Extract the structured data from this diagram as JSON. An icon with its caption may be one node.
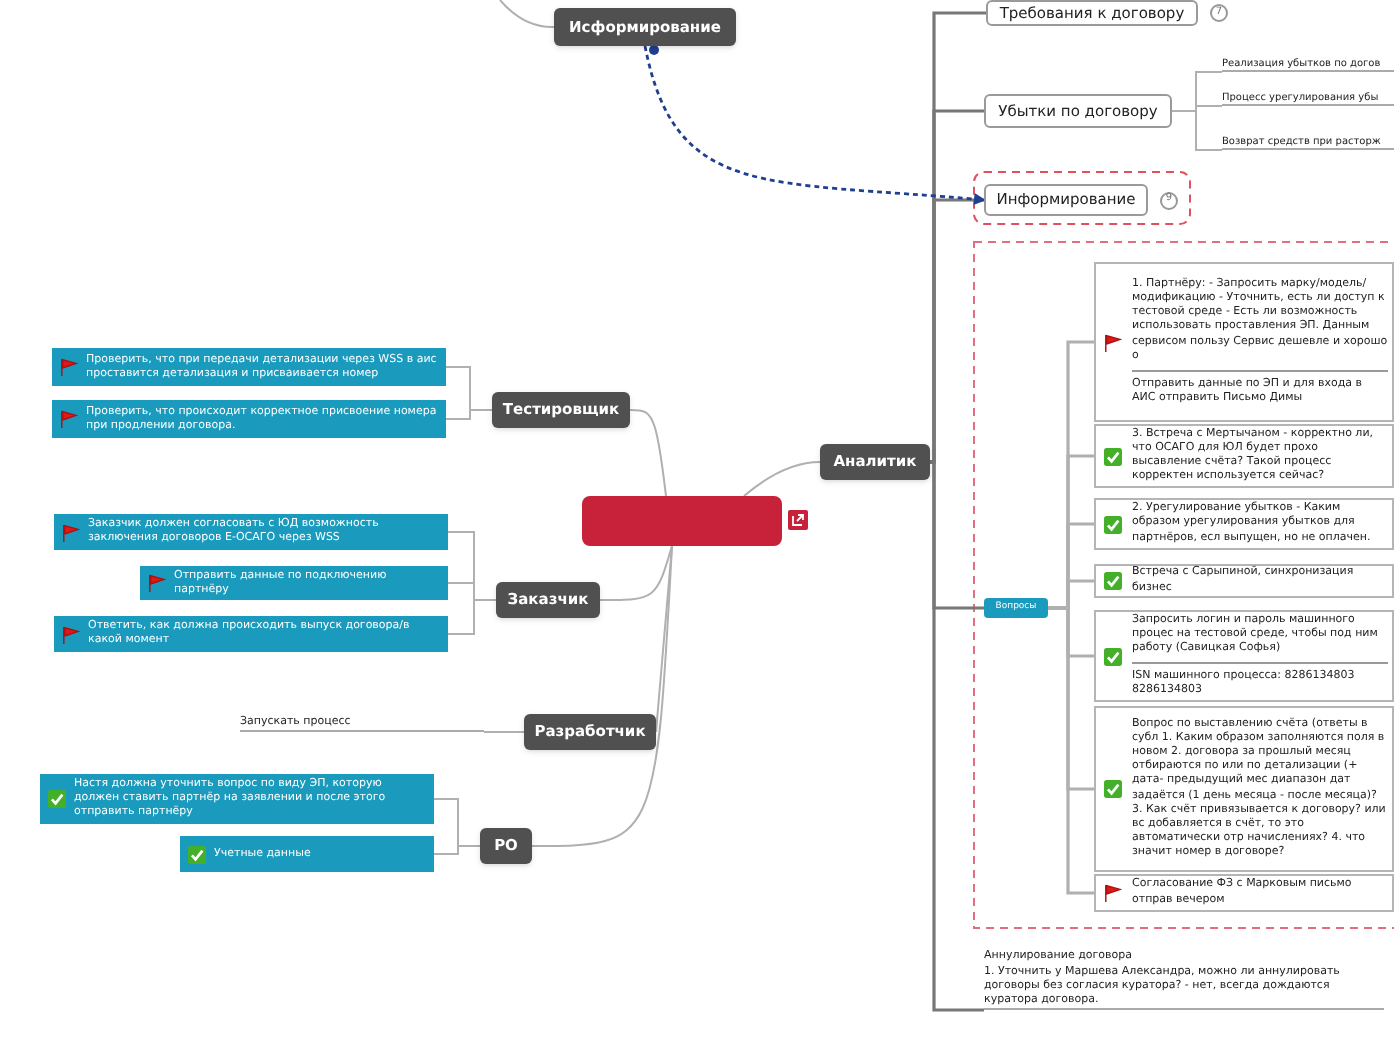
{
  "diagram": {
    "nodes": [
      {
        "text": [
          "Исформирование"
        ]
      },
      {
        "text": [],
        "shape": "box"
      },
      {
        "text": [
          "Тестировщик"
        ]
      },
      {
        "text": [
          "Проверить, что при передачи детализации через WSS в аис проставится детализация и присваивается номер"
        ]
      },
      {
        "text": [
          "Проверить, что происходит корректное присвоение номера при продлении договора."
        ]
      },
      {
        "text": [
          "Заказчик"
        ]
      },
      {
        "text": [
          "Заказчик должен согласовать с ЮД возможность заключения договоров Е-ОСАГО через WSS"
        ]
      },
      {
        "text": [
          "Отправить данные по подключению партнёру"
        ]
      },
      {
        "text": [
          "Ответить, как должна происходить выпуск договора/в какой момент"
        ]
      },
      {
        "text": [
          "Разработчик"
        ]
      },
      {
        "text": [
          "Запускать процесс"
        ]
      },
      {
        "text": [
          "РО"
        ]
      },
      {
        "text": [
          "Настя должна уточнить вопрос по виду ЭП, которую должен ставить партнёр на заявлении и после этого отправить партнёру"
        ]
      },
      {
        "text": [
          "Учетные данные"
        ]
      },
      {
        "text": [
          "Аналитик"
        ]
      },
      {
        "text": [
          "Требования к договору"
        ],
        "beside": [
          "7"
        ]
      },
      {
        "text": [
          "Убытки по договору"
        ]
      },
      {
        "text": [
          "Реализация убытков по догов"
        ]
      },
      {
        "text": [
          "Процесс урегулирования убы"
        ]
      },
      {
        "text": [
          "Возврат средств при расторж"
        ]
      },
      {
        "text": [
          "Информирование"
        ],
        "beside": [
          "9"
        ]
      },
      {
        "text": [
          "Вопросы"
        ]
      },
      {
        "text": [
          "1. Партнёру: - Запросить марку/модель/модификацию - Уточнить, есть ли доступ к тестовой среде - Есть ли возможность использовать проставления ЭП. Данным сервисом пользу Сервис дешевле и хорошо о",
          "Отправить данные по ЭП и  для входа в АИС отправить Письмо Димы"
        ]
      },
      {
        "text": [
          "3. Встреча с Мертычаном - корректно ли, что ОСАГО для ЮЛ будет прохо высавление счёта? Такой процесс корректен используется сейчас?"
        ]
      },
      {
        "text": [
          "2. Урегулирование убытков - Каким образом урегулирования убытков для партнёров, есл выпущен, но не оплачен."
        ]
      },
      {
        "text": [
          "Встреча с Сарыпиной, синхронизация бизнес"
        ]
      },
      {
        "text": [
          "Запросить логин и пароль машинного процес на тестовой среде, чтобы под ним работу (Савицкая Софья)",
          "ISN машинного процесса: 8286134803 8286134803"
        ]
      },
      {
        "text": [
          "Вопрос по выставлению счёта (ответы в субл 1. Каким образом заполняются поля в новом 2. договора за прошлый месяц отбираются по или по детализации (+ дата- предыдущий мес диапазон дат задаётся (1 день месяца - после месяца)? 3. Как счёт привязывается к договору? или вс добавляется в счёт, то это автоматически отр начислениях? 4. что значит номер в договоре?"
        ]
      },
      {
        "text": [
          "Согласование ФЗ с Марковым письмо отправ вечером"
        ]
      },
      {
        "text": [
          "Аннулирование договора",
          "1. Уточнить у Маршева Александра, можно ли аннулировать договоры без согласия куратора? - нет, всегда дождаются куратора договора."
        ]
      }
    ],
    "edges": [
      {
        "from": null,
        "to": 0,
        "arrow": "none"
      },
      {
        "from": 1,
        "to": 2,
        "arrow": "none"
      },
      {
        "from": 1,
        "to": 5,
        "arrow": "none"
      },
      {
        "from": 1,
        "to": 9,
        "arrow": "none"
      },
      {
        "from": 1,
        "to": 11,
        "arrow": "none"
      },
      {
        "from": 1,
        "to": 14,
        "arrow": "none"
      },
      {
        "from": 2,
        "to": 3,
        "arrow": "none"
      },
      {
        "from": 2,
        "to": 4,
        "arrow": "none"
      },
      {
        "from": 5,
        "to": 6,
        "arrow": "none"
      },
      {
        "from": 5,
        "to": 7,
        "arrow": "none"
      },
      {
        "from": 5,
        "to": 8,
        "arrow": "none"
      },
      {
        "from": 9,
        "to": 10,
        "arrow": "none"
      },
      {
        "from": 11,
        "to": 12,
        "arrow": "none"
      },
      {
        "from": 11,
        "to": 13,
        "arrow": "none"
      },
      {
        "from": 14,
        "to": 15,
        "arrow": "none"
      },
      {
        "from": 14,
        "to": 16,
        "arrow": "none"
      },
      {
        "from": 14,
        "to": 20,
        "arrow": "none"
      },
      {
        "from": 14,
        "to": 21,
        "arrow": "none"
      },
      {
        "from": 14,
        "to": 29,
        "arrow": "none"
      },
      {
        "from": 16,
        "to": 17,
        "arrow": "none"
      },
      {
        "from": 16,
        "to": 18,
        "arrow": "none"
      },
      {
        "from": 16,
        "to": 19,
        "arrow": "none"
      },
      {
        "from": 21,
        "to": 22,
        "arrow": "none"
      },
      {
        "from": 21,
        "to": 23,
        "arrow": "none"
      },
      {
        "from": 21,
        "to": 24,
        "arrow": "none"
      },
      {
        "from": 21,
        "to": 25,
        "arrow": "none"
      },
      {
        "from": 21,
        "to": 26,
        "arrow": "none"
      },
      {
        "from": 21,
        "to": 27,
        "arrow": "none"
      },
      {
        "from": 21,
        "to": 28,
        "arrow": "none"
      },
      {
        "from": 0,
        "to": 20,
        "arrow": "to",
        "style": "dashed",
        "color": "#1f3f8f"
      }
    ]
  }
}
